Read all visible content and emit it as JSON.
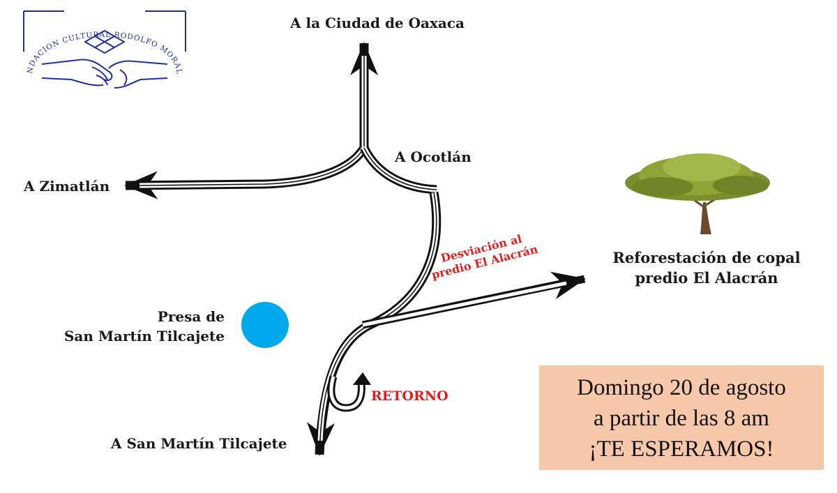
{
  "logo": {
    "text": "FUNDACION CULTURAL RODOLFO MORALES",
    "color": "#1f2f9c"
  },
  "destinations": {
    "north": "A la Ciudad de Oaxaca",
    "west": "A Zimatlán",
    "east_branch": "A Ocotlán",
    "south": "A San Martín Tilcajete"
  },
  "landmarks": {
    "dam_line1": "Presa de",
    "dam_line2": "San Martín Tilcajete",
    "dam_color": "#00a8ec",
    "retorno": "RETORNO",
    "detour_line1": "Desviación al",
    "detour_line2": "predio El Alacrán"
  },
  "destination_site": {
    "line1": "Reforestación de copal",
    "line2": "predio El Alacrán",
    "icon": "tree-icon"
  },
  "event": {
    "line1": "Domingo 20 de agosto",
    "line2": "a partir de las 8 am",
    "line3": "¡TE ESPERAMOS!",
    "box_color": "#f7c9aa"
  },
  "colors": {
    "road": "#111111",
    "label_red": "#e41e1e"
  }
}
